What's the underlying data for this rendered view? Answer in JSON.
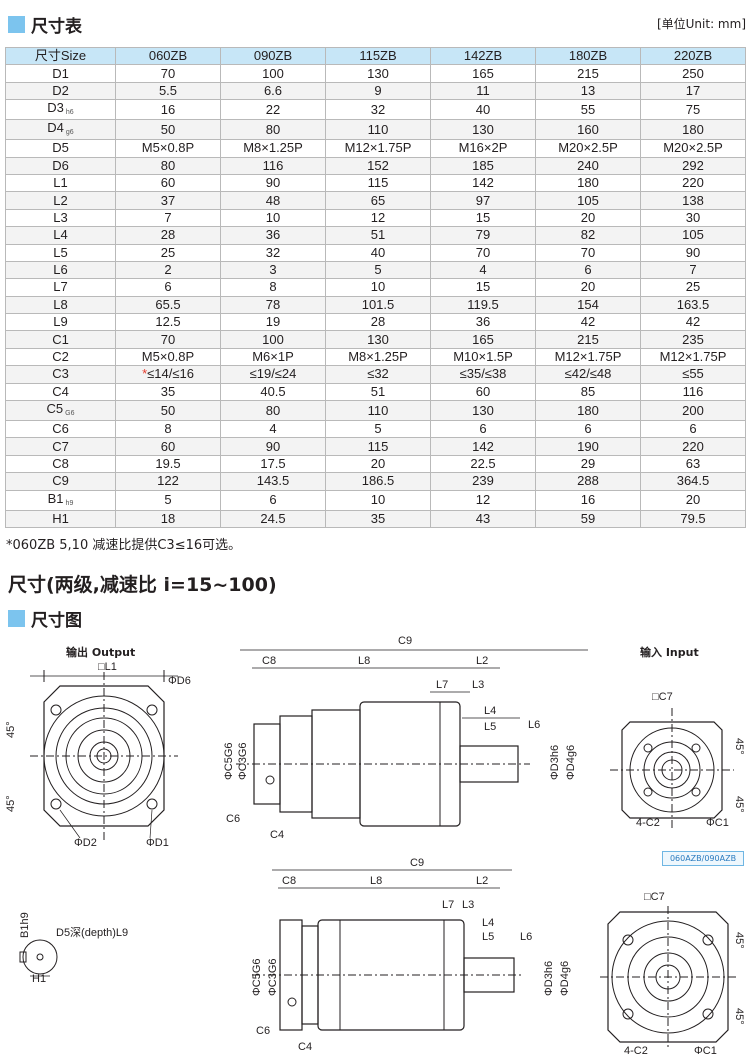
{
  "section1": {
    "title": "尺寸表",
    "unit": "[单位Unit: mm]"
  },
  "table": {
    "header": [
      "尺寸Size",
      "060ZB",
      "090ZB",
      "115ZB",
      "142ZB",
      "180ZB",
      "220ZB"
    ],
    "rows": [
      {
        "label": "D1",
        "sub": "",
        "cells": [
          "70",
          "100",
          "130",
          "165",
          "215",
          "250"
        ]
      },
      {
        "label": "D2",
        "sub": "",
        "cells": [
          "5.5",
          "6.6",
          "9",
          "11",
          "13",
          "17"
        ]
      },
      {
        "label": "D3",
        "sub": "h6",
        "cells": [
          "16",
          "22",
          "32",
          "40",
          "55",
          "75"
        ]
      },
      {
        "label": "D4",
        "sub": "g6",
        "cells": [
          "50",
          "80",
          "110",
          "130",
          "160",
          "180"
        ]
      },
      {
        "label": "D5",
        "sub": "",
        "cells": [
          "M5×0.8P",
          "M8×1.25P",
          "M12×1.75P",
          "M16×2P",
          "M20×2.5P",
          "M20×2.5P"
        ]
      },
      {
        "label": "D6",
        "sub": "",
        "cells": [
          "80",
          "116",
          "152",
          "185",
          "240",
          "292"
        ]
      },
      {
        "label": "L1",
        "sub": "",
        "cells": [
          "60",
          "90",
          "115",
          "142",
          "180",
          "220"
        ]
      },
      {
        "label": "L2",
        "sub": "",
        "cells": [
          "37",
          "48",
          "65",
          "97",
          "105",
          "138"
        ]
      },
      {
        "label": "L3",
        "sub": "",
        "cells": [
          "7",
          "10",
          "12",
          "15",
          "20",
          "30"
        ]
      },
      {
        "label": "L4",
        "sub": "",
        "cells": [
          "28",
          "36",
          "51",
          "79",
          "82",
          "105"
        ]
      },
      {
        "label": "L5",
        "sub": "",
        "cells": [
          "25",
          "32",
          "40",
          "70",
          "70",
          "90"
        ]
      },
      {
        "label": "L6",
        "sub": "",
        "cells": [
          "2",
          "3",
          "5",
          "4",
          "6",
          "7"
        ]
      },
      {
        "label": "L7",
        "sub": "",
        "cells": [
          "6",
          "8",
          "10",
          "15",
          "20",
          "25"
        ]
      },
      {
        "label": "L8",
        "sub": "",
        "cells": [
          "65.5",
          "78",
          "101.5",
          "119.5",
          "154",
          "163.5"
        ]
      },
      {
        "label": "L9",
        "sub": "",
        "cells": [
          "12.5",
          "19",
          "28",
          "36",
          "42",
          "42"
        ]
      },
      {
        "label": "C1",
        "sub": "",
        "cells": [
          "70",
          "100",
          "130",
          "165",
          "215",
          "235"
        ]
      },
      {
        "label": "C2",
        "sub": "",
        "cells": [
          "M5×0.8P",
          "M6×1P",
          "M8×1.25P",
          "M10×1.5P",
          "M12×1.75P",
          "M12×1.75P"
        ]
      },
      {
        "label": "C3",
        "sub": "",
        "star": "*",
        "cells": [
          "≤14/≤16",
          "≤19/≤24",
          "≤32",
          "≤35/≤38",
          "≤42/≤48",
          "≤55"
        ]
      },
      {
        "label": "C4",
        "sub": "",
        "cells": [
          "35",
          "40.5",
          "51",
          "60",
          "85",
          "116"
        ]
      },
      {
        "label": "C5",
        "sub": "G6",
        "cells": [
          "50",
          "80",
          "110",
          "130",
          "180",
          "200"
        ]
      },
      {
        "label": "C6",
        "sub": "",
        "cells": [
          "8",
          "4",
          "5",
          "6",
          "6",
          "6"
        ]
      },
      {
        "label": "C7",
        "sub": "",
        "cells": [
          "60",
          "90",
          "115",
          "142",
          "190",
          "220"
        ]
      },
      {
        "label": "C8",
        "sub": "",
        "cells": [
          "19.5",
          "17.5",
          "20",
          "22.5",
          "29",
          "63"
        ]
      },
      {
        "label": "C9",
        "sub": "",
        "cells": [
          "122",
          "143.5",
          "186.5",
          "239",
          "288",
          "364.5"
        ]
      },
      {
        "label": "B1",
        "sub": "h9",
        "cells": [
          "5",
          "6",
          "10",
          "12",
          "16",
          "20"
        ]
      },
      {
        "label": "H1",
        "sub": "",
        "cells": [
          "18",
          "24.5",
          "35",
          "43",
          "59",
          "79.5"
        ]
      }
    ]
  },
  "footnote": "*060ZB 5,10 减速比提供C3≤16可选。",
  "section2_title": "尺寸(两级,减速比 i=15~100)",
  "section3": {
    "title": "尺寸图"
  },
  "drawing": {
    "output_label": "输出 Output",
    "input_label": "输入 Input",
    "badge": "060AZB/090AZB",
    "labels": {
      "L1": "□L1",
      "D6": "ΦD6",
      "D2": "ΦD2",
      "D1": "ΦD1",
      "angle": "45°",
      "C9": "C9",
      "C8": "C8",
      "L8": "L8",
      "L2": "L2",
      "L7": "L7",
      "L3": "L3",
      "L4": "L4",
      "L5": "L5",
      "L6": "L6",
      "C5G6": "ΦC5G6",
      "C3G6": "ΦC3G6",
      "D3h6": "ΦD3h6",
      "D4g6": "ΦD4g6",
      "C6": "C6",
      "C4": "C4",
      "C7": "□C7",
      "C2": "4-C2",
      "C1": "ΦC1",
      "B1h9": "B1h9",
      "D5": "D5深(depth)L9",
      "H1": "H1"
    }
  }
}
